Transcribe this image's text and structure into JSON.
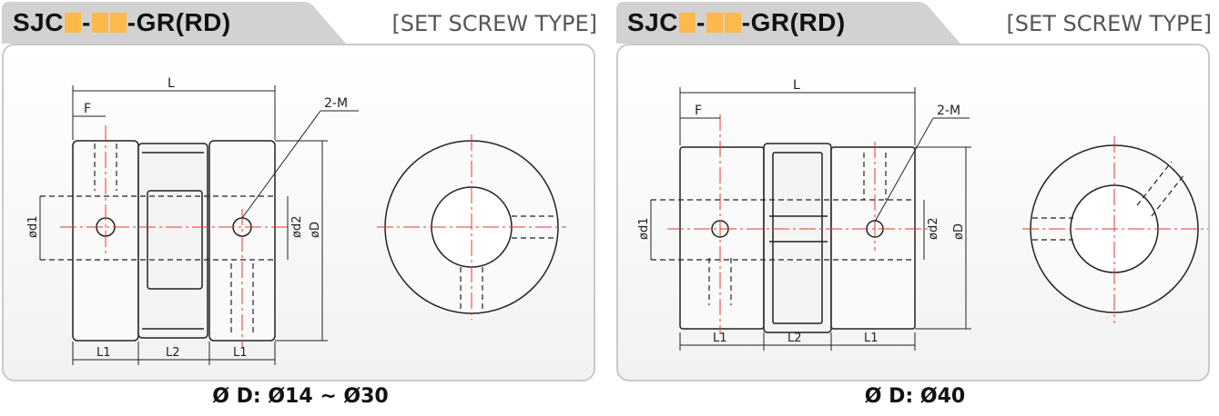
{
  "panels": [
    {
      "model_prefix": "SJC",
      "model_suffix": "-GR(RD)",
      "type_label": "[SET SCREW TYPE]",
      "caption": "Ø D:  Ø14 ~ Ø30",
      "dims": {
        "L": "L",
        "F": "F",
        "M": "2-M",
        "d1": "ød1",
        "d2": "ød2",
        "D": "øD",
        "L1a": "L1",
        "L2": "L2",
        "L1b": "L1"
      }
    },
    {
      "model_prefix": "SJC",
      "model_suffix": "-GR(RD)",
      "type_label": "[SET SCREW TYPE]",
      "caption": "Ø D:  Ø40",
      "dims": {
        "L": "L",
        "F": "F",
        "M": "2-M",
        "d1": "ød1",
        "d2": "ød2",
        "D": "øD",
        "L1a": "L1",
        "L2": "L2",
        "L1b": "L1"
      }
    }
  ],
  "colors": {
    "accent_square": "#fdb94c",
    "centerline": "#e8372f",
    "tab_fill": "#cfcfcf",
    "frame_border": "#c9c9c9"
  }
}
